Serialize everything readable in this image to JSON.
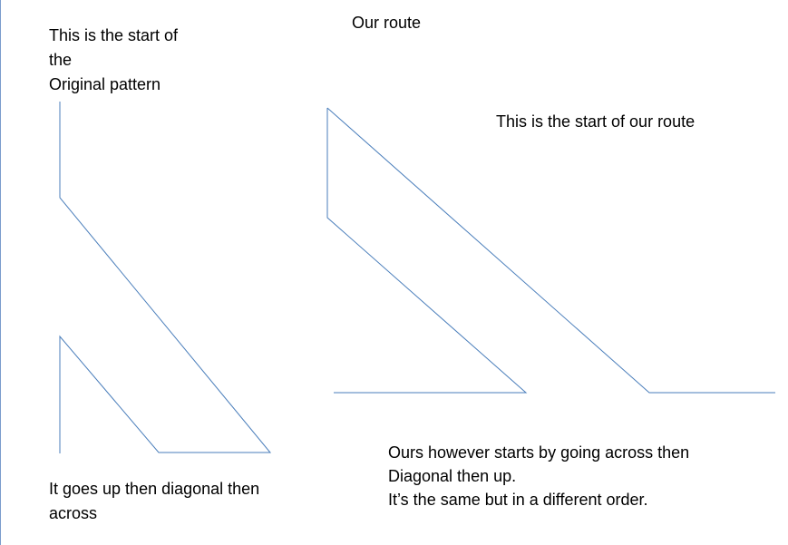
{
  "title": "Our route",
  "original_label": [
    "This is the start of",
    "the",
    "Original pattern"
  ],
  "our_start_label": "This is the start of our route",
  "original_caption": [
    "It goes up then diagonal then",
    "across"
  ],
  "our_caption": [
    "Ours however starts by going across then",
    "Diagonal then up.",
    "It’s the same but in a different order."
  ],
  "line_color": "#4a7ebb"
}
